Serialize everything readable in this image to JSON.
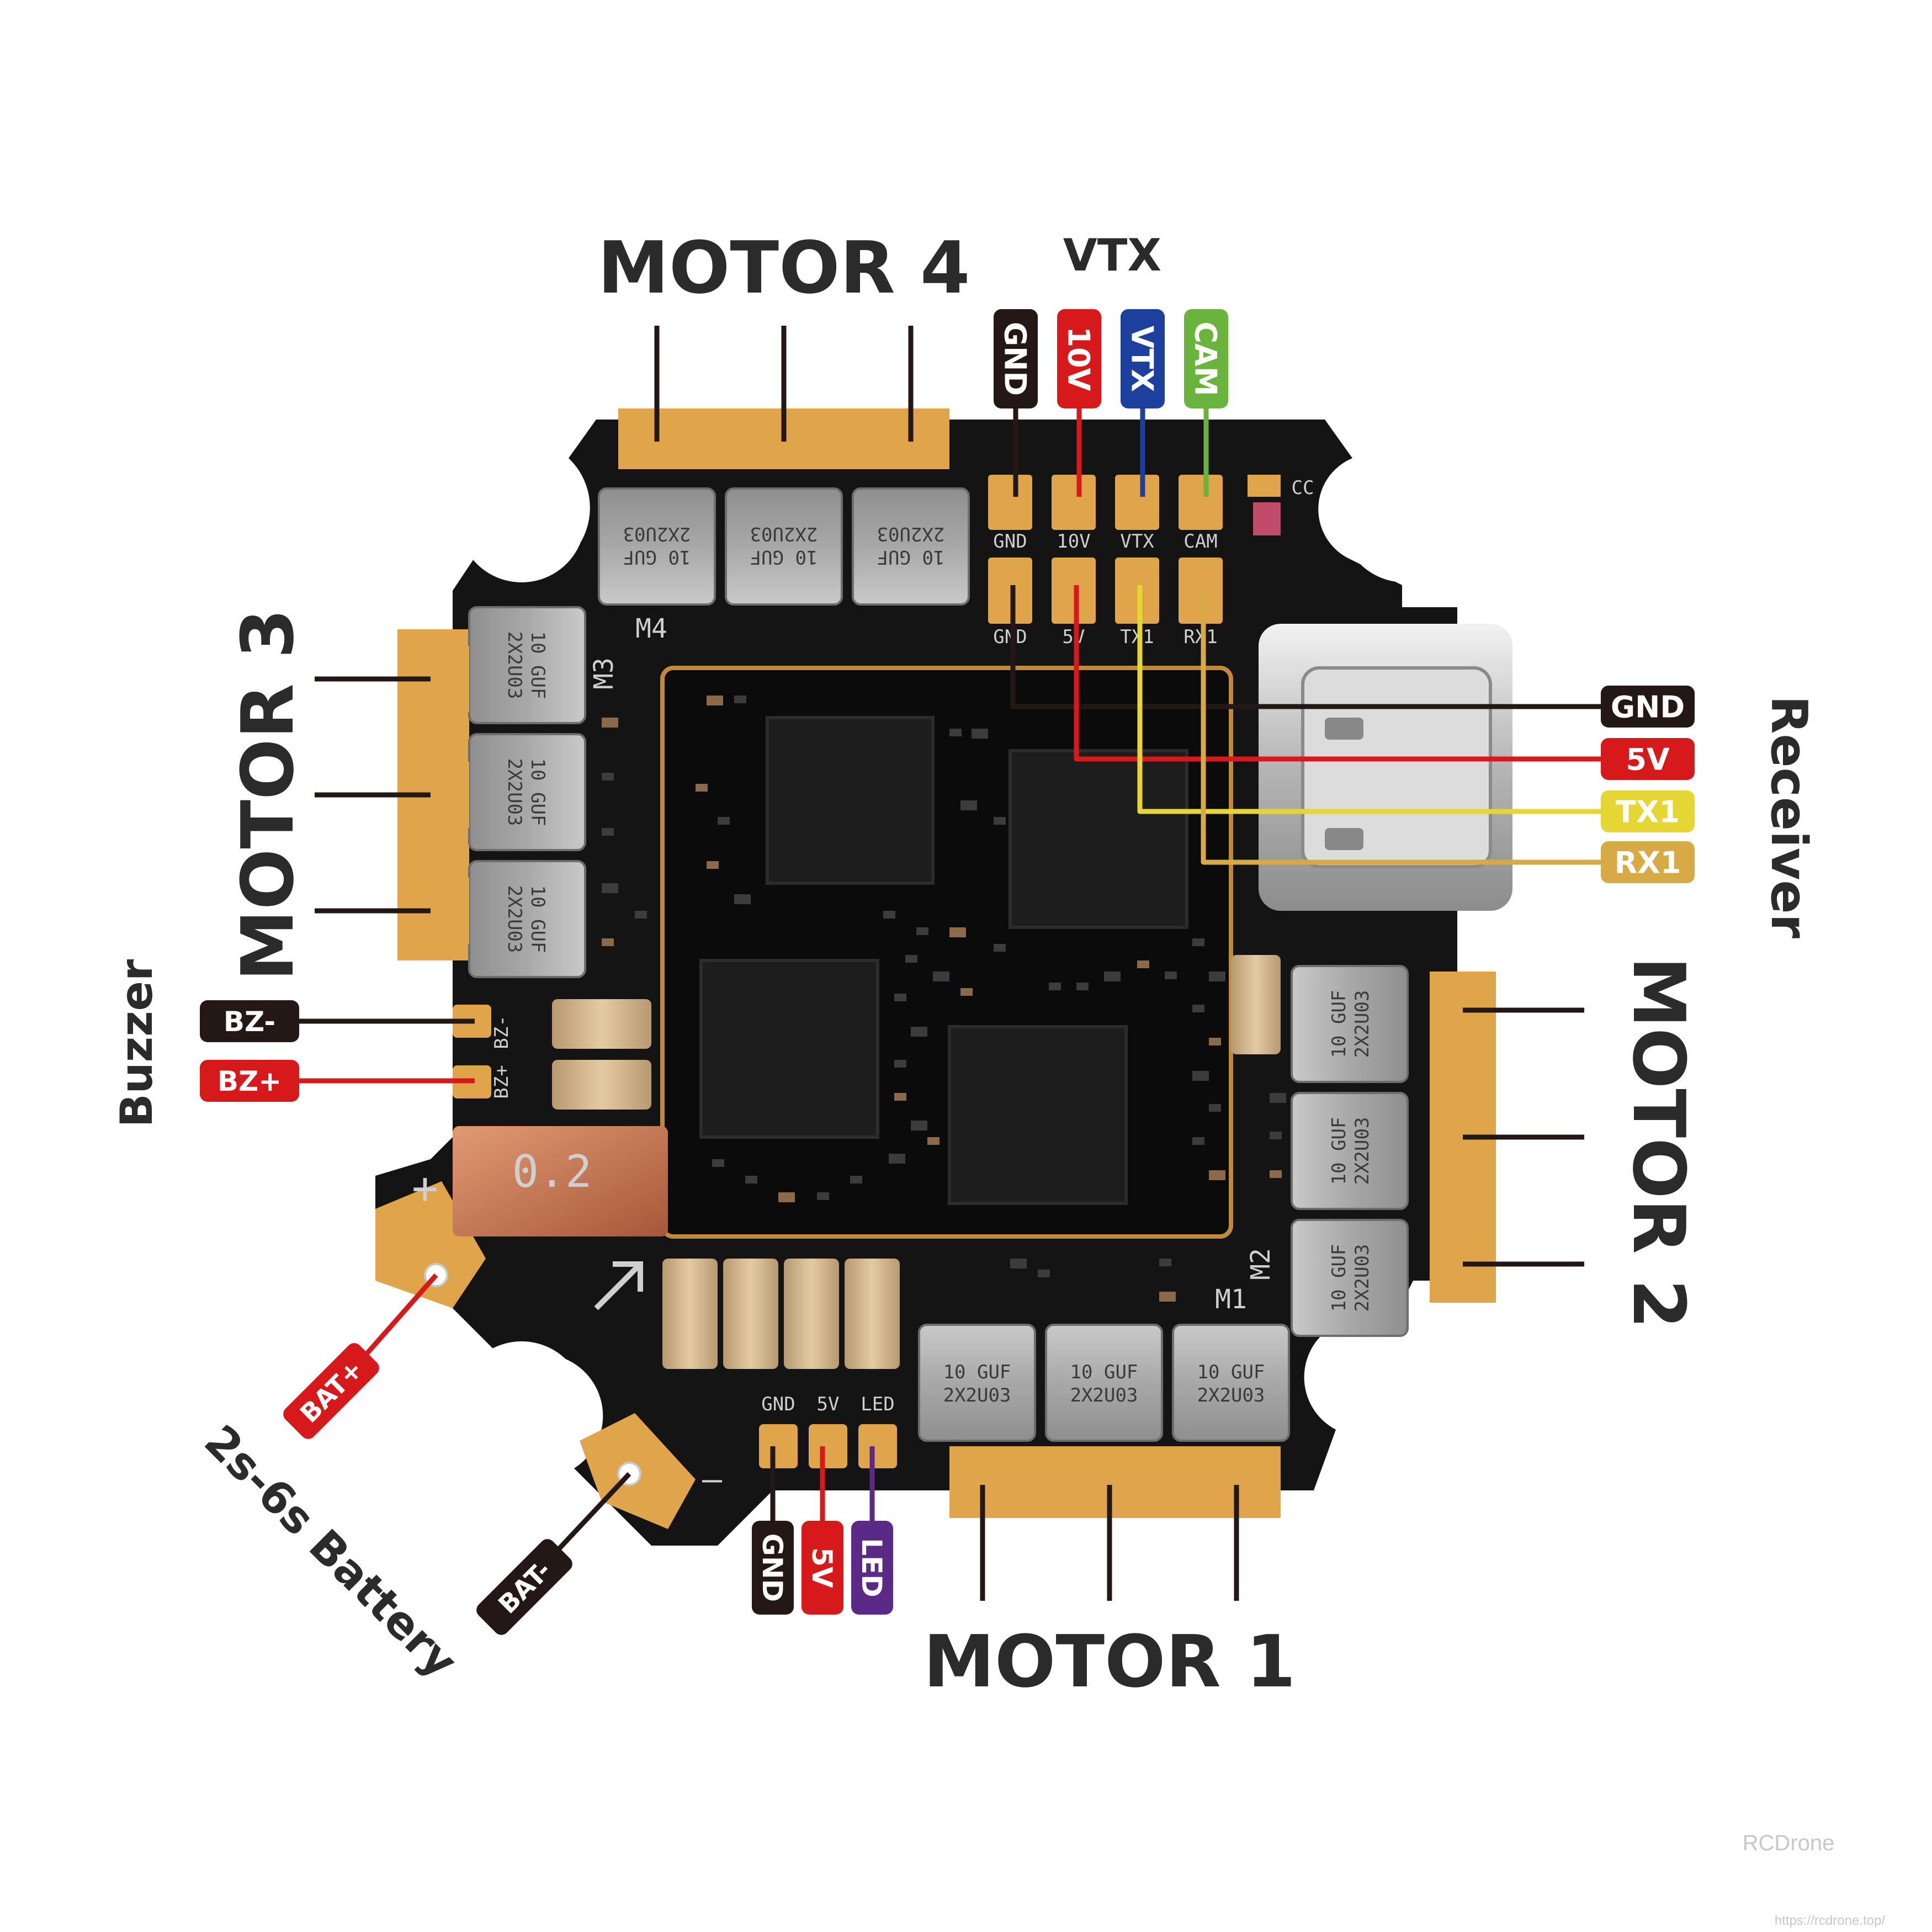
{
  "labels": {
    "motor4": "MOTOR 4",
    "motor3": "MOTOR 3",
    "motor2": "MOTOR 2",
    "motor1": "MOTOR 1",
    "vtx_title": "VTX",
    "receiver_title": "Receiver",
    "buzzer_title": "Buzzer",
    "battery_title": "2s-6s Battery"
  },
  "vtx_pins": [
    {
      "label": "GND",
      "color": "#231815"
    },
    {
      "label": "10V",
      "color": "#d7191c"
    },
    {
      "label": "VTX",
      "color": "#1d3f9e"
    },
    {
      "label": "CAM",
      "color": "#6ab43e"
    }
  ],
  "receiver_pins": [
    {
      "label": "GND",
      "color": "#231815"
    },
    {
      "label": "5V",
      "color": "#d7191c"
    },
    {
      "label": "TX1",
      "color": "#e5d634"
    },
    {
      "label": "RX1",
      "color": "#d8aa45"
    }
  ],
  "buzzer_pins": [
    {
      "label": "BZ-",
      "color": "#231815"
    },
    {
      "label": "BZ+",
      "color": "#d7191c"
    }
  ],
  "battery_pins": [
    {
      "label": "BAT+",
      "color": "#d7191c"
    },
    {
      "label": "BAT-",
      "color": "#231815"
    }
  ],
  "led_pins": [
    {
      "label": "GND",
      "color": "#231815"
    },
    {
      "label": "5V",
      "color": "#d7191c"
    },
    {
      "label": "LED",
      "color": "#5b2a86"
    }
  ],
  "board_silkscreen": {
    "vtx_row": [
      "GND",
      "10V",
      "VTX",
      "CAM"
    ],
    "rx_row": [
      "GND",
      "5V",
      "TX1",
      "RX1"
    ],
    "led_row": [
      "GND",
      "5V",
      "LED"
    ],
    "bz_minus": "BZ-",
    "bz_plus": "BZ+",
    "m1": "M1",
    "m2": "M2",
    "m3": "M3",
    "m4": "M4",
    "cc": "CC",
    "plus": "+",
    "minus": "—",
    "shunt": "0.2",
    "cap_line1": "10 GUF",
    "cap_line2": "2X2U03"
  },
  "watermark": "RCDrone",
  "url": "https://rcdrone.top/",
  "colors": {
    "board": "#141414",
    "pad": "#e0a54a",
    "copper": "#c9794e",
    "line_black": "#231815",
    "line_red": "#d7191c",
    "line_yellow": "#e5d634",
    "line_gold": "#d8aa45",
    "line_blue": "#1d3f9e",
    "line_green": "#6ab43e",
    "line_purple": "#5b2a86"
  }
}
